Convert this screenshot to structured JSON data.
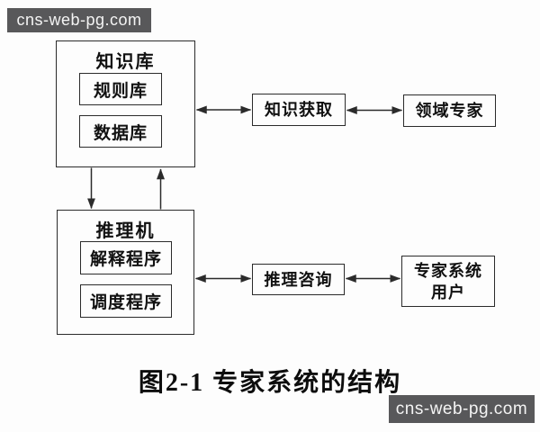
{
  "watermarks": {
    "top_left": "cns-web-pg.com",
    "bottom_right": "cns-web-pg.com"
  },
  "caption": "图2-1 专家系统的结构",
  "boxes": {
    "knowledge_base": {
      "label": "知识库",
      "rule_base": "规则库",
      "database": "数据库"
    },
    "inference_engine": {
      "label": "推理机",
      "interpreter": "解释程序",
      "scheduler": "调度程序"
    },
    "knowledge_acquisition": "知识获取",
    "domain_expert": "领域专家",
    "inference_consultation": "推理咨询",
    "expert_system_user": {
      "line1": "专家系统",
      "line2": "用户"
    }
  },
  "colors": {
    "background": "#fdfdfd",
    "line": "#2b2b2b",
    "watermark_bg": "#58585a",
    "watermark_text": "#f4f4f4"
  }
}
